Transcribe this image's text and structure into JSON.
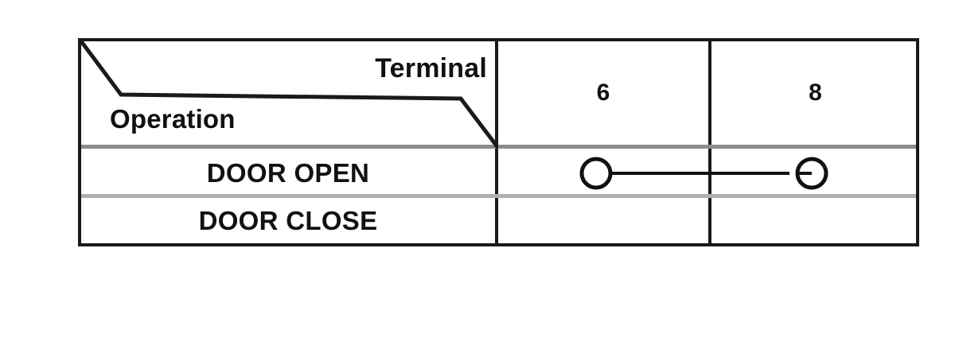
{
  "table": {
    "header": {
      "column_axis_label": "Terminal",
      "row_axis_label": "Operation",
      "terminals": [
        {
          "number": "6"
        },
        {
          "number": "8"
        }
      ]
    },
    "rows": [
      {
        "operation": "DOOR OPEN",
        "connection": {
          "type": "closed-contact-bridge",
          "from_terminal": "6",
          "to_terminal": "8",
          "left_node_icon": "terminal-node-circle-icon",
          "right_node_icon": "terminal-node-circle-icon"
        }
      },
      {
        "operation": "DOOR CLOSE",
        "connection": null
      }
    ]
  },
  "style": {
    "frame_color": "#1a1a1a",
    "divider_strong_color": "#8c8c8c",
    "divider_light_color": "#b0b0b0",
    "text_color": "#111111",
    "background_color": "#ffffff"
  }
}
